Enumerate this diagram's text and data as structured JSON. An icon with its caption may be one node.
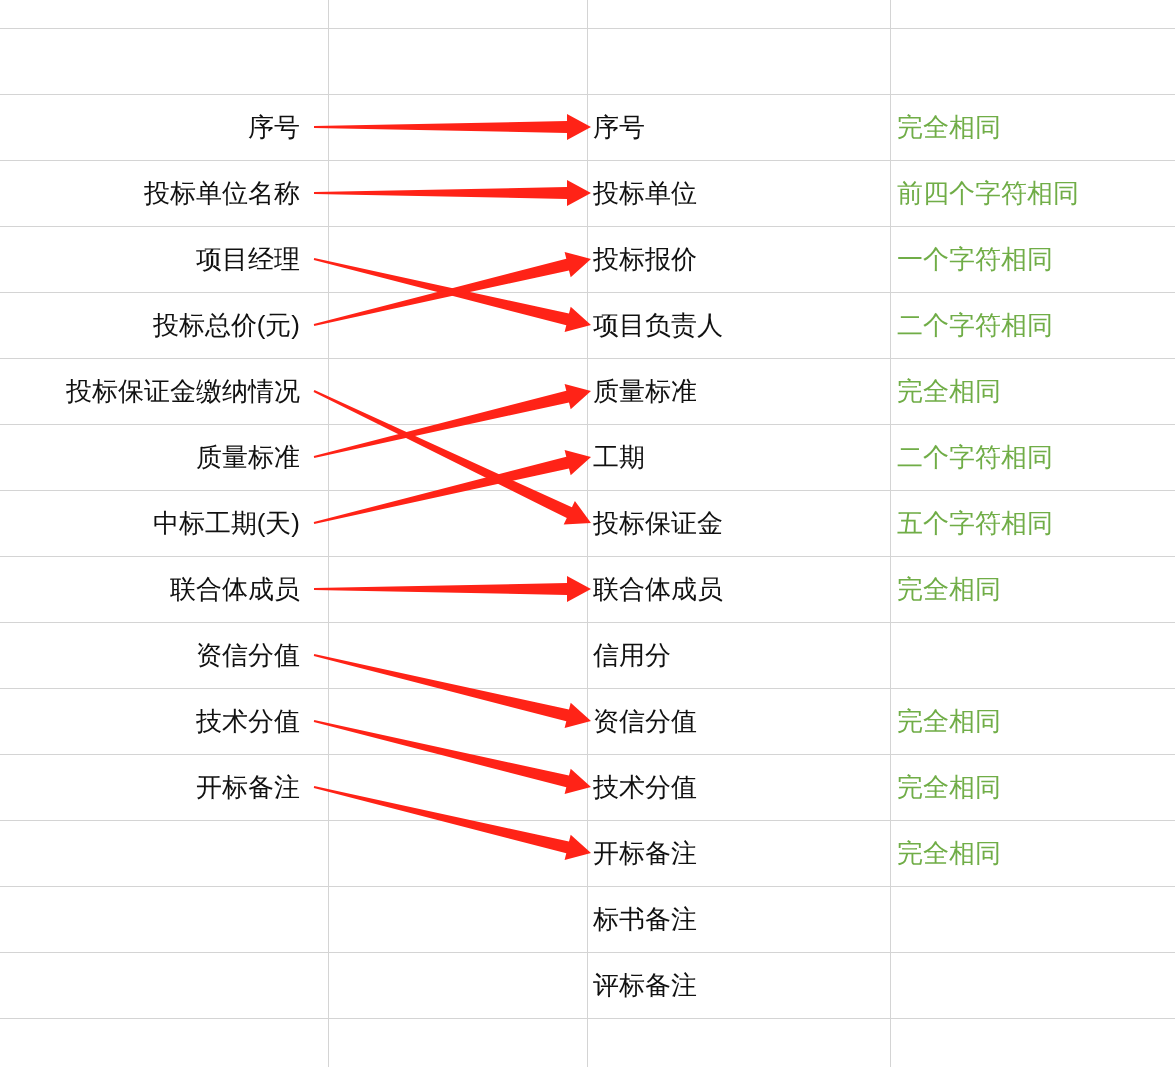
{
  "diagram": {
    "nodes": [
      {
        "text": [
          "序号"
        ]
      },
      {
        "text": [
          "投标单位名称"
        ]
      },
      {
        "text": [
          "项目经理"
        ]
      },
      {
        "text": [
          "投标总价(元)"
        ]
      },
      {
        "text": [
          "投标保证金缴纳情况"
        ]
      },
      {
        "text": [
          "质量标准"
        ]
      },
      {
        "text": [
          "中标工期(天)"
        ]
      },
      {
        "text": [
          "联合体成员"
        ]
      },
      {
        "text": [
          "资信分值"
        ]
      },
      {
        "text": [
          "技术分值"
        ]
      },
      {
        "text": [
          "开标备注"
        ]
      },
      {
        "text": [
          "序号"
        ]
      },
      {
        "text": [
          "投标单位"
        ]
      },
      {
        "text": [
          "投标报价"
        ]
      },
      {
        "text": [
          "项目负责人"
        ]
      },
      {
        "text": [
          "质量标准"
        ]
      },
      {
        "text": [
          "工期"
        ]
      },
      {
        "text": [
          "投标保证金"
        ]
      },
      {
        "text": [
          "联合体成员"
        ]
      },
      {
        "text": [
          "信用分"
        ]
      },
      {
        "text": [
          "资信分值"
        ]
      },
      {
        "text": [
          "技术分值"
        ]
      },
      {
        "text": [
          "开标备注"
        ]
      },
      {
        "text": [
          "标书备注"
        ]
      },
      {
        "text": [
          "评标备注"
        ]
      }
    ],
    "edges": [
      {
        "from": 0,
        "to": 11,
        "arrow": "to"
      },
      {
        "from": 1,
        "to": 12,
        "arrow": "to"
      },
      {
        "from": 2,
        "to": 14,
        "arrow": "to"
      },
      {
        "from": 3,
        "to": 13,
        "arrow": "to"
      },
      {
        "from": 4,
        "to": 17,
        "arrow": "to"
      },
      {
        "from": 5,
        "to": 15,
        "arrow": "to"
      },
      {
        "from": 6,
        "to": 16,
        "arrow": "to"
      },
      {
        "from": 7,
        "to": 18,
        "arrow": "to"
      },
      {
        "from": 8,
        "to": 20,
        "arrow": "to"
      },
      {
        "from": 9,
        "to": 21,
        "arrow": "to"
      },
      {
        "from": 10,
        "to": 22,
        "arrow": "to"
      }
    ],
    "labels": [
      "完全相同",
      "前四个字符相同",
      "一个字符相同",
      "二个字符相同",
      "完全相同",
      "二个字符相同",
      "五个字符相同",
      "完全相同",
      "完全相同",
      "完全相同",
      "完全相同"
    ]
  }
}
